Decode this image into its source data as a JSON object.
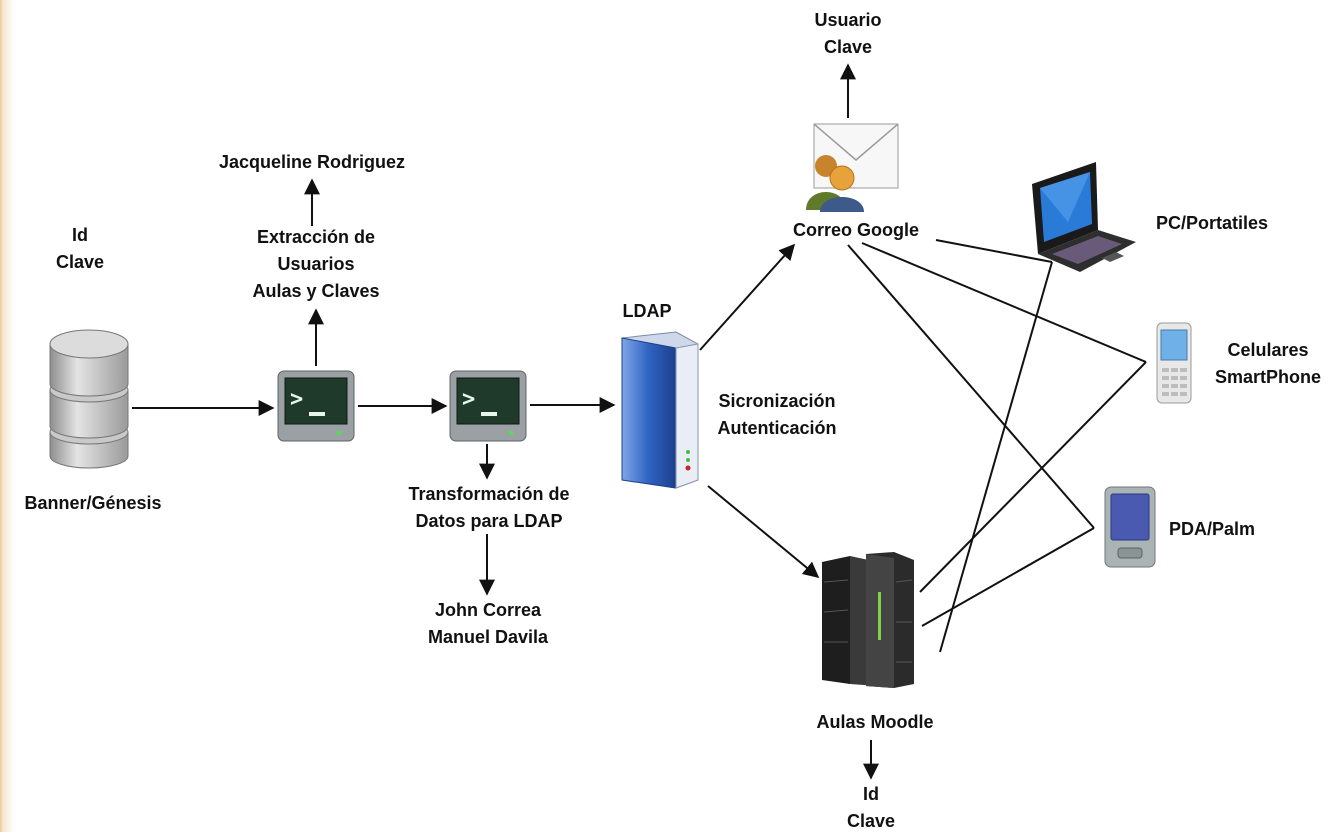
{
  "nodes": {
    "banner": {
      "label": "Banner/Génesis",
      "creds": [
        "Id",
        "Clave"
      ]
    },
    "extract_terminal": {
      "caption": [
        "Extracción de",
        "Usuarios",
        "Aulas y Claves"
      ],
      "owner": "Jacqueline Rodriguez"
    },
    "transform_terminal": {
      "caption": [
        "Transformación de",
        "Datos para LDAP"
      ],
      "owners": [
        "John Correa",
        "Manuel Davila"
      ]
    },
    "ldap": {
      "label": "LDAP",
      "note": [
        "Sicronización",
        "Autenticación"
      ]
    },
    "google": {
      "label": "Correo Google",
      "creds": [
        "Usuario",
        "Clave"
      ]
    },
    "moodle": {
      "label": "Aulas Moodle",
      "creds": [
        "Id",
        "Clave"
      ]
    },
    "devices": {
      "pc": {
        "label": "PC/Portatiles"
      },
      "phone": {
        "label": [
          "Celulares",
          "SmartPhone"
        ]
      },
      "pda": {
        "label": "PDA/Palm"
      }
    }
  },
  "icons": [
    "database-icon",
    "terminal-icon",
    "terminal-icon",
    "ldap-server-icon",
    "mail-users-icon",
    "rack-server-icon",
    "laptop-icon",
    "cellphone-icon",
    "pda-icon"
  ],
  "colors": {
    "ldap_blue": "#2f62c2",
    "terminal_screen": "#1f3a2a",
    "prompt_green": "#e8f5ea",
    "envelope_orange": "#e8a23c",
    "server_dark": "#2b2b2b"
  }
}
